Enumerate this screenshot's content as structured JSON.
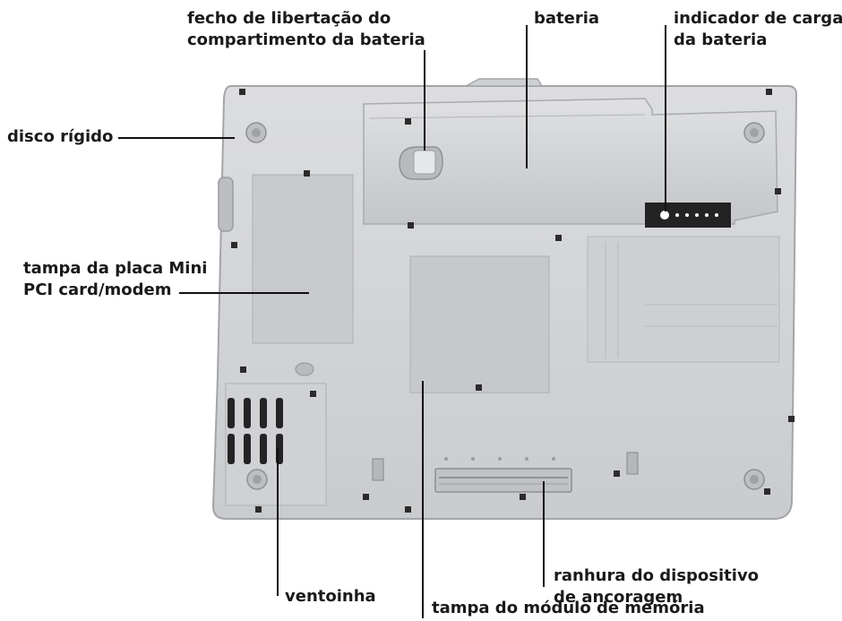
{
  "labels": {
    "latch": [
      "fecho de libertação do",
      "compartimento da bateria"
    ],
    "battery": [
      "bateria"
    ],
    "charge_gauge": [
      "indicador de carga",
      "da bateria"
    ],
    "hard_drive": [
      "disco rígido"
    ],
    "minipci_cover": [
      "tampa da placa Mini",
      "PCI card/modem"
    ],
    "fan": [
      "ventoinha"
    ],
    "docking_slot": [
      "ranhura do dispositivo",
      "de ancoragem"
    ],
    "memory_cover": [
      "tampa do módulo de memória"
    ]
  },
  "colors": {
    "chassis": "#d2d3d5",
    "chassis_edge": "#a9abae",
    "panel": "#c5c7ca",
    "screw": "#2b2b2b",
    "gauge": "#222222",
    "leader": "#111111"
  }
}
